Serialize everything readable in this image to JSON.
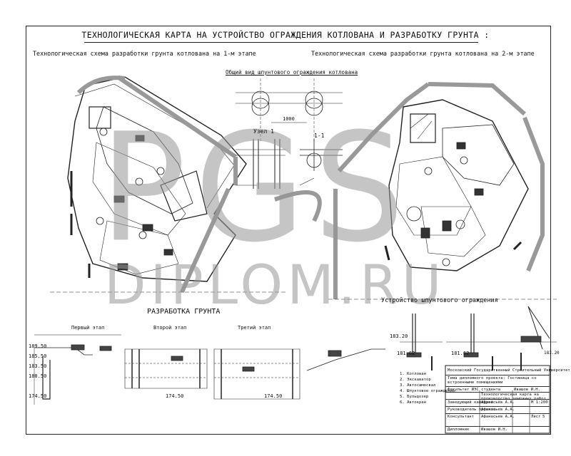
{
  "title": "ТЕХНОЛОГИЧЕСКАЯ КАРТА НА УСТРОЙСТВО ОГРАЖДЕНИЯ КОТЛОВАНА И РАЗРАБОТКУ ГРУНТА :",
  "subtitles": {
    "stage1": "Технологическая схема разработки грунта котлована на 1-м этапе",
    "stage2": "Технологическая схема разработки грунта котлована на 2-м этапе"
  },
  "details": {
    "general_view": "Общий вид шпунтового ограждения котлована",
    "node": "Узел 1",
    "section": "1-1",
    "dim": "1000"
  },
  "sections": {
    "excavation": "РАЗРАБОТКА ГРУНТА",
    "sheet_pile": "Устройство шпунтового ограждения",
    "tier1": "Первый этап",
    "tier2": "Второй этап",
    "tier3": "Третий этап"
  },
  "levels": {
    "l1": "189.50",
    "l2": "185.50",
    "l3": "183.50",
    "l4": "180.50",
    "l5": "174.50",
    "l6": "174.50",
    "l7": "174.50",
    "l8": "183.20",
    "l9": "181.62",
    "l10": "181.62",
    "l11": "183.20"
  },
  "legend": [
    "1. Котлован",
    "2. Экскаватор",
    "3. Автосамосвал",
    "4. Шпунтовое ограждение",
    "5. Бульдозер",
    "6. Автокран"
  ],
  "stamp": {
    "university": "Московский Государственный Строительный Университет",
    "topic": "Тема дипломного проекта: Гостиница со встроенными помещениями",
    "faculty": "Факультет ИЭС студента",
    "student_name": "Ивашов И.Н.",
    "subject": "Технологическая карта на производство земляных работ",
    "scale": "М 1:200",
    "head": "Заведующий кафедрой",
    "supervisor": "Руководитель проекта",
    "consultant": "Консультант",
    "sheet_label": "Лист",
    "sheet_no": "5",
    "diploma": "Дипломник",
    "head_name": "Афанасьев А.А.",
    "sup_name": "Афанасьев А.А.",
    "cons_name": "Афанасьев А.А.",
    "dip_name": "Ивашов И.Н."
  },
  "watermark": {
    "big": "PGS",
    "small": "DIPLOM.RU"
  }
}
